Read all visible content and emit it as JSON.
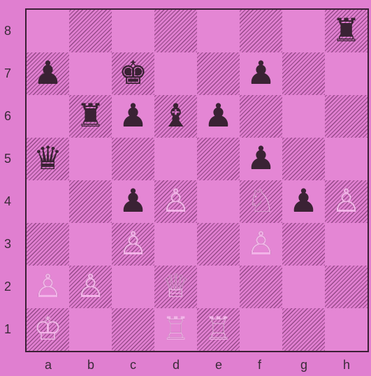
{
  "board": {
    "files": [
      "a",
      "b",
      "c",
      "d",
      "e",
      "f",
      "g",
      "h"
    ],
    "ranks": [
      "8",
      "7",
      "6",
      "5",
      "4",
      "3",
      "2",
      "1"
    ],
    "colors": {
      "background": "#e07fd0",
      "hatch": "#5a1e50",
      "white_piece": "#f2b3e8",
      "black_piece": "#3a2234"
    },
    "pieces": [
      {
        "square": "h8",
        "color": "black",
        "type": "rook",
        "glyph": "♜"
      },
      {
        "square": "a7",
        "color": "black",
        "type": "pawn",
        "glyph": "♟"
      },
      {
        "square": "c7",
        "color": "black",
        "type": "king",
        "glyph": "♚"
      },
      {
        "square": "f7",
        "color": "black",
        "type": "pawn",
        "glyph": "♟"
      },
      {
        "square": "b6",
        "color": "black",
        "type": "rook",
        "glyph": "♜"
      },
      {
        "square": "c6",
        "color": "black",
        "type": "pawn",
        "glyph": "♟"
      },
      {
        "square": "d6",
        "color": "black",
        "type": "bishop",
        "glyph": "♝"
      },
      {
        "square": "e6",
        "color": "black",
        "type": "pawn",
        "glyph": "♟"
      },
      {
        "square": "a5",
        "color": "black",
        "type": "queen",
        "glyph": "♛"
      },
      {
        "square": "f5",
        "color": "black",
        "type": "pawn",
        "glyph": "♟"
      },
      {
        "square": "c4",
        "color": "black",
        "type": "pawn",
        "glyph": "♟"
      },
      {
        "square": "d4",
        "color": "white",
        "type": "pawn",
        "glyph": "♙"
      },
      {
        "square": "f4",
        "color": "white",
        "type": "knight",
        "glyph": "♘"
      },
      {
        "square": "g4",
        "color": "black",
        "type": "pawn",
        "glyph": "♟"
      },
      {
        "square": "h4",
        "color": "white",
        "type": "pawn",
        "glyph": "♙"
      },
      {
        "square": "c3",
        "color": "white",
        "type": "pawn",
        "glyph": "♙"
      },
      {
        "square": "f3",
        "color": "white",
        "type": "pawn",
        "glyph": "♙"
      },
      {
        "square": "a2",
        "color": "white",
        "type": "pawn",
        "glyph": "♙"
      },
      {
        "square": "b2",
        "color": "white",
        "type": "pawn",
        "glyph": "♙"
      },
      {
        "square": "d2",
        "color": "white",
        "type": "queen",
        "glyph": "♕"
      },
      {
        "square": "a1",
        "color": "white",
        "type": "king",
        "glyph": "♔"
      },
      {
        "square": "d1",
        "color": "white",
        "type": "rook",
        "glyph": "♖"
      },
      {
        "square": "e1",
        "color": "white",
        "type": "rook",
        "glyph": "♖"
      }
    ]
  }
}
